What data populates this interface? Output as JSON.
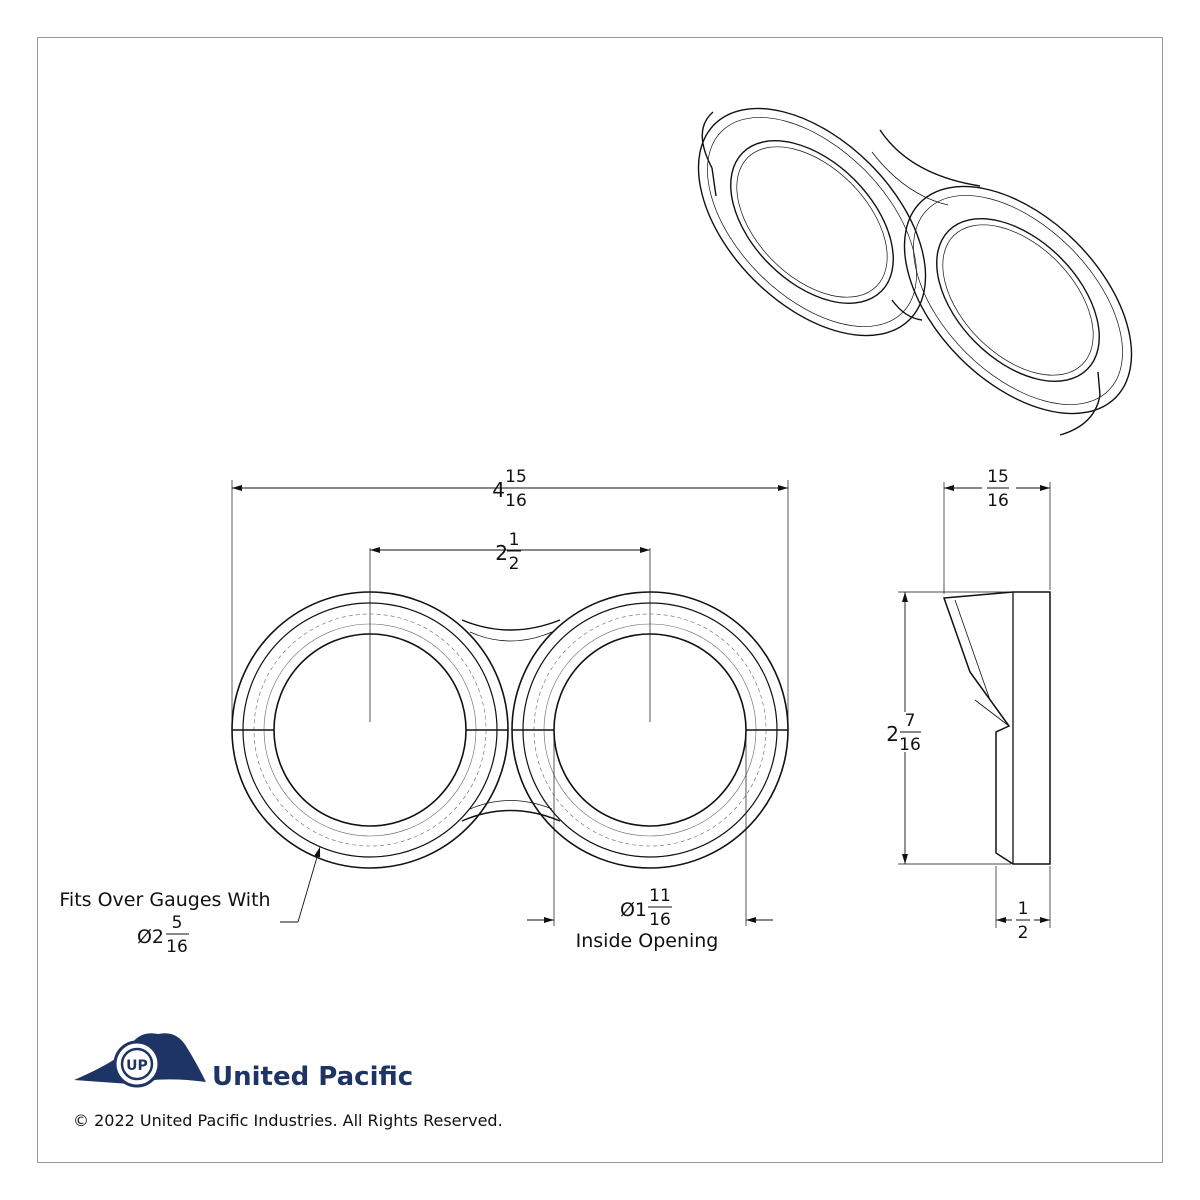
{
  "dimensions": {
    "overall_width": {
      "whole": "4",
      "num": "15",
      "den": "16"
    },
    "center_spacing": {
      "whole": "2",
      "num": "1",
      "den": "2"
    },
    "depth": {
      "whole": "",
      "num": "15",
      "den": "16"
    },
    "height": {
      "whole": "2",
      "num": "7",
      "den": "16"
    },
    "flange_thickness": {
      "whole": "",
      "num": "1",
      "den": "2"
    },
    "inside_opening": {
      "whole": "Ø1",
      "num": "11",
      "den": "16",
      "note": "Inside Opening"
    },
    "gauge_fit": {
      "line1": "Fits Over Gauges With",
      "whole": "Ø2",
      "num": "5",
      "den": "16"
    }
  },
  "brand": {
    "name": "United Pacific",
    "copyright": "© 2022 United Pacific Industries. All Rights Reserved.",
    "color": "#1e3464"
  }
}
